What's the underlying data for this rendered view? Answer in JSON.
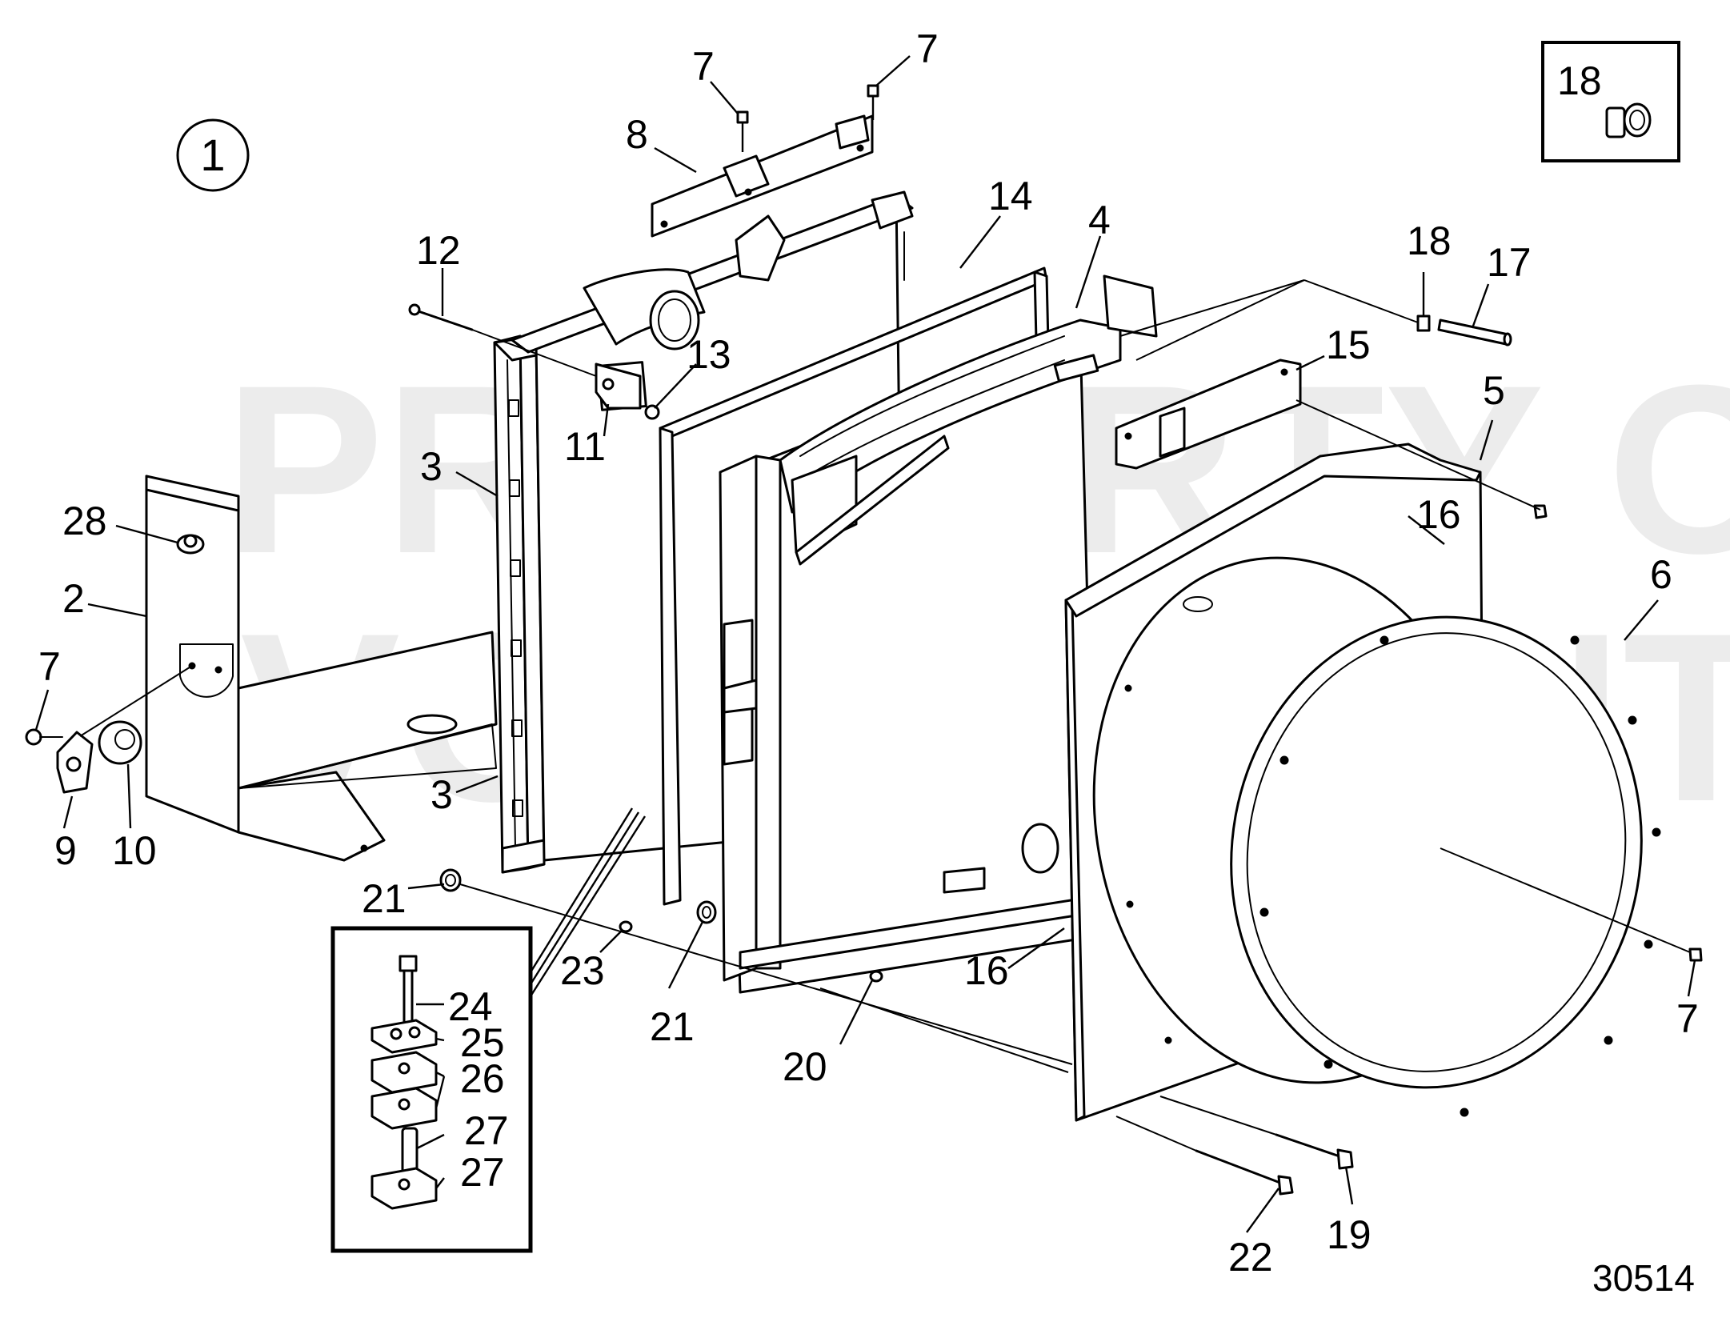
{
  "diagram": {
    "view_number": "1",
    "figure_number": "30514",
    "watermark": {
      "line1": "PROPERTY OF",
      "line2": "VOLVO PENTA"
    },
    "inset_label": "18",
    "callouts": [
      {
        "id": "c7a",
        "label": "7"
      },
      {
        "id": "c7b",
        "label": "7"
      },
      {
        "id": "c8",
        "label": "8"
      },
      {
        "id": "c14",
        "label": "14"
      },
      {
        "id": "c4",
        "label": "4"
      },
      {
        "id": "c18",
        "label": "18"
      },
      {
        "id": "c17",
        "label": "17"
      },
      {
        "id": "c12",
        "label": "12"
      },
      {
        "id": "c13",
        "label": "13"
      },
      {
        "id": "c15",
        "label": "15"
      },
      {
        "id": "c5",
        "label": "5"
      },
      {
        "id": "c11",
        "label": "11"
      },
      {
        "id": "c3a",
        "label": "3"
      },
      {
        "id": "c28",
        "label": "28"
      },
      {
        "id": "c16a",
        "label": "16"
      },
      {
        "id": "c6",
        "label": "6"
      },
      {
        "id": "c2",
        "label": "2"
      },
      {
        "id": "c7c",
        "label": "7"
      },
      {
        "id": "c3b",
        "label": "3"
      },
      {
        "id": "c9",
        "label": "9"
      },
      {
        "id": "c10",
        "label": "10"
      },
      {
        "id": "c21a",
        "label": "21"
      },
      {
        "id": "c23",
        "label": "23"
      },
      {
        "id": "c16b",
        "label": "16"
      },
      {
        "id": "c7d",
        "label": "7"
      },
      {
        "id": "c24",
        "label": "24"
      },
      {
        "id": "c25",
        "label": "25"
      },
      {
        "id": "c26",
        "label": "26"
      },
      {
        "id": "c21b",
        "label": "21"
      },
      {
        "id": "c20",
        "label": "20"
      },
      {
        "id": "c27a",
        "label": "27"
      },
      {
        "id": "c27b",
        "label": "27"
      },
      {
        "id": "c22",
        "label": "22"
      },
      {
        "id": "c19",
        "label": "19"
      }
    ]
  }
}
